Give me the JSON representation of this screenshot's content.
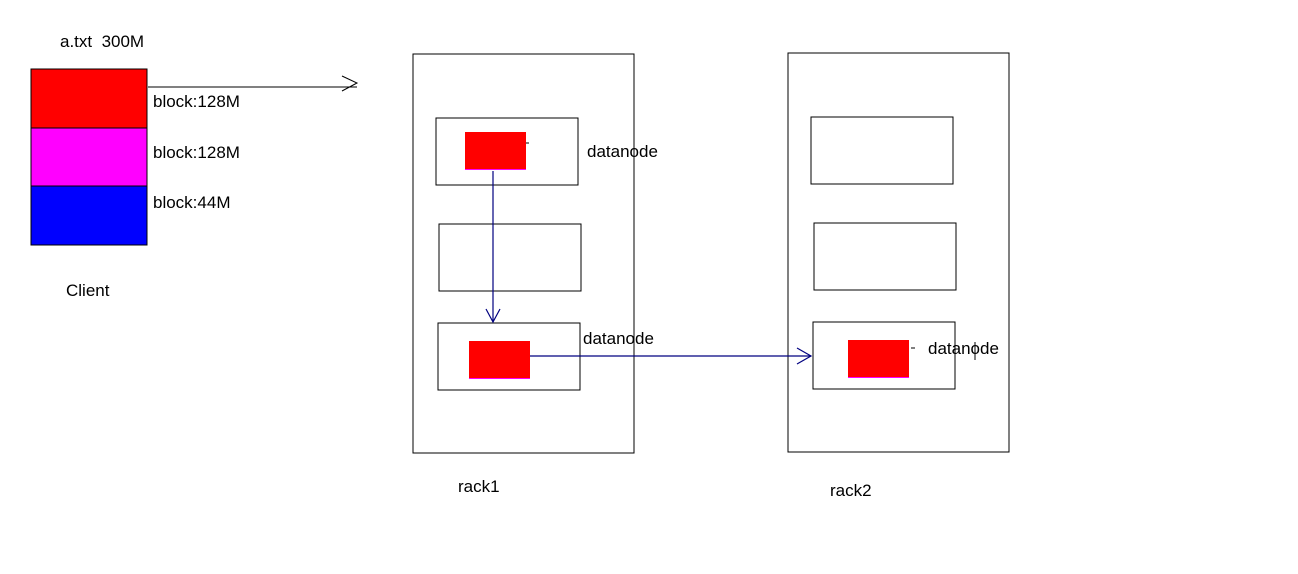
{
  "client": {
    "file_label": "a.txt  300M",
    "title": "Client",
    "blocks": [
      {
        "label": "block:128M",
        "color": "#ff0000"
      },
      {
        "label": "block:128M",
        "color": "#ff00ff"
      },
      {
        "label": "block:44M",
        "color": "#0000ff"
      }
    ]
  },
  "racks": [
    {
      "name": "rack1"
    },
    {
      "name": "rack2"
    }
  ],
  "datanode_labels": [
    "datanode",
    "datanode",
    "datanode"
  ],
  "colors": {
    "replica_block": "#ff0000",
    "replica_underline": "#ff00ff",
    "replication_arrow": "#000080",
    "outline": "#000000"
  }
}
